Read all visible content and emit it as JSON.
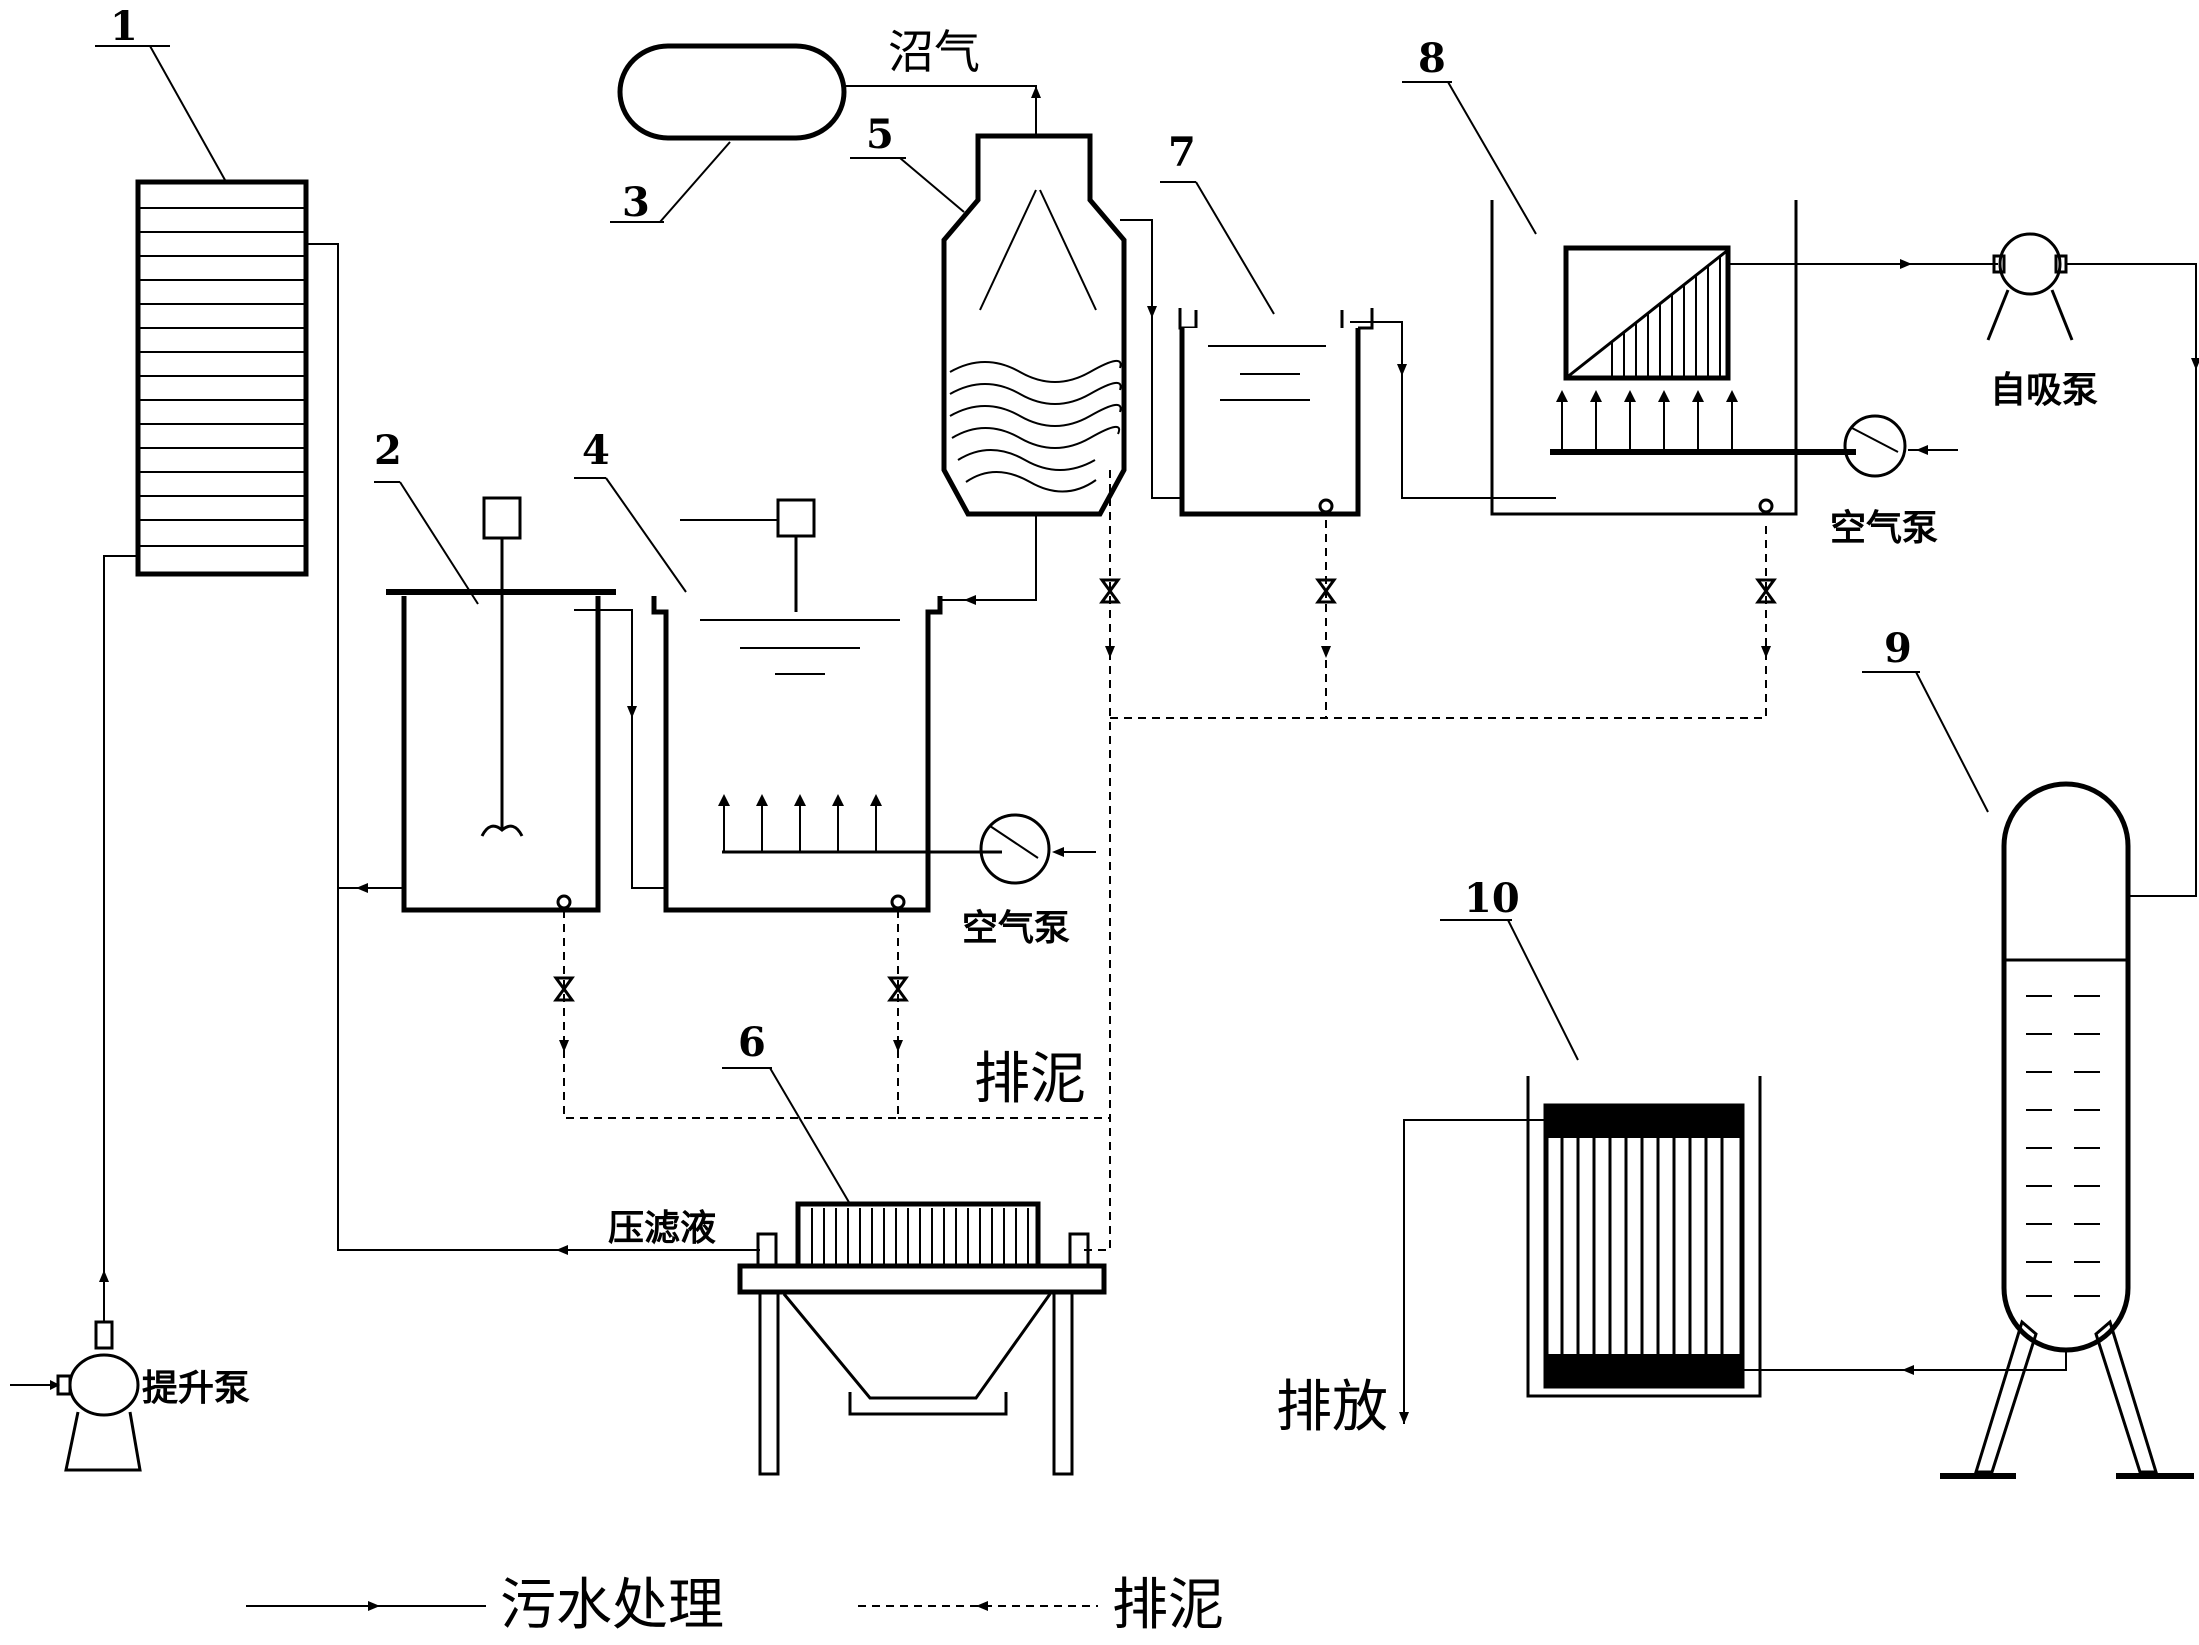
{
  "labels": {
    "n1": "1",
    "n2": "2",
    "n3": "3",
    "n4": "4",
    "n5": "5",
    "n6": "6",
    "n7": "7",
    "n8": "8",
    "n9": "9",
    "n10": "10",
    "biogas": "沼气",
    "air_pump_1": "空气泵",
    "air_pump_2": "空气泵",
    "self_priming_pump": "自吸泵",
    "lift_pump": "提升泵",
    "sludge_discharge": "排泥",
    "filtrate": "压滤液",
    "discharge": "排放"
  },
  "legend": {
    "sewage_treatment": "污水处理",
    "sludge_discharge": "排泥"
  }
}
